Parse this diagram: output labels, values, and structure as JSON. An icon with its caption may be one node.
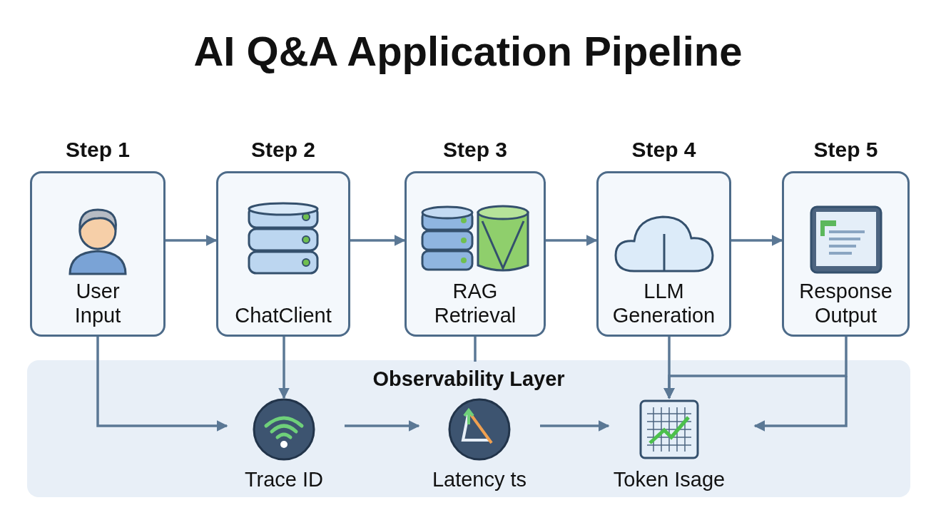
{
  "diagram": {
    "title": "AI Q&A Application Pipeline",
    "nodes": [
      {
        "text": [
          "User Input"
        ],
        "beside": [
          "Step 1"
        ]
      },
      {
        "text": [
          "ChatClient"
        ],
        "beside": [
          "Step 2"
        ]
      },
      {
        "text": [
          "RAG Retrieval"
        ],
        "beside": [
          "Step 3"
        ]
      },
      {
        "text": [
          "LLM Generation"
        ],
        "beside": [
          "Step 4"
        ]
      },
      {
        "text": [
          "Response Output"
        ],
        "beside": [
          "Step 5"
        ]
      },
      {
        "text": [
          "Observability Layer"
        ]
      },
      {
        "text": [
          "Trace ID"
        ],
        "in": 5
      },
      {
        "text": [
          "Latency ts"
        ],
        "in": 5
      },
      {
        "text": [
          "Token Isage"
        ],
        "in": 5
      }
    ],
    "edges": [
      {
        "from": 0,
        "to": 1,
        "arrow": "to"
      },
      {
        "from": 1,
        "to": 2,
        "arrow": "to"
      },
      {
        "from": 2,
        "to": 3,
        "arrow": "to"
      },
      {
        "from": 3,
        "to": 4,
        "arrow": "to"
      },
      {
        "from": 0,
        "to": 6,
        "arrow": "to"
      },
      {
        "from": 1,
        "to": 6,
        "arrow": "to"
      },
      {
        "from": 6,
        "to": 7,
        "arrow": "to"
      },
      {
        "from": 7,
        "to": 8,
        "arrow": "to"
      },
      {
        "from": 3,
        "to": 8,
        "arrow": "to"
      },
      {
        "from": 4,
        "to": 8,
        "arrow": "to"
      },
      {
        "from": 4,
        "to": null,
        "arrow": "to"
      },
      {
        "from": 2,
        "to": 5,
        "arrow": "none"
      }
    ]
  }
}
